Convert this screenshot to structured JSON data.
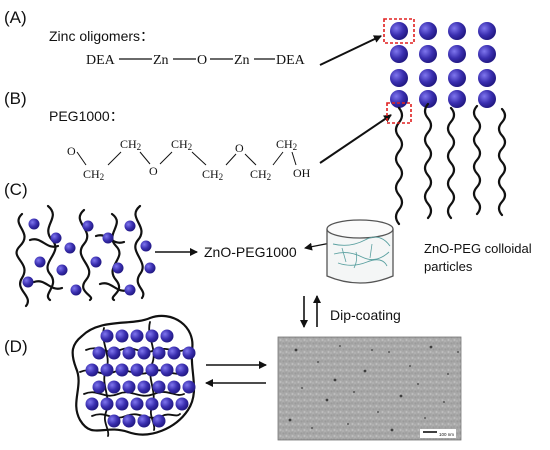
{
  "panels": {
    "a": "(A)",
    "b": "(B)",
    "c": "(C)",
    "d": "(D)"
  },
  "panel_a": {
    "caption": "Zinc oligomers：",
    "formula": [
      "DEA",
      "Zn",
      "O",
      "Zn",
      "DEA"
    ]
  },
  "panel_b": {
    "caption": "PEG1000：",
    "atoms": {
      "o1": "O",
      "ch2_1": "CH",
      "ch2_2": "CH",
      "o2": "O",
      "ch2_3": "CH",
      "ch2_4": "CH",
      "o3": "O",
      "ch2_5": "CH",
      "ch2_6": "CH",
      "oh": "OH",
      "subscript": "2"
    }
  },
  "panel_c": {
    "product": "ZnO-PEG1000",
    "colloid_line1": "ZnO-PEG colloidal",
    "colloid_line2": "particles"
  },
  "panel_d": {
    "process": "Dip-coating",
    "scalebar": "100 nm"
  },
  "colors": {
    "particle": "#3a2fb0",
    "particle_highlight": "#6a60e0",
    "chain": "#111111",
    "highlight_box": "#e02020",
    "sem_bg": "#a9a9a9"
  }
}
